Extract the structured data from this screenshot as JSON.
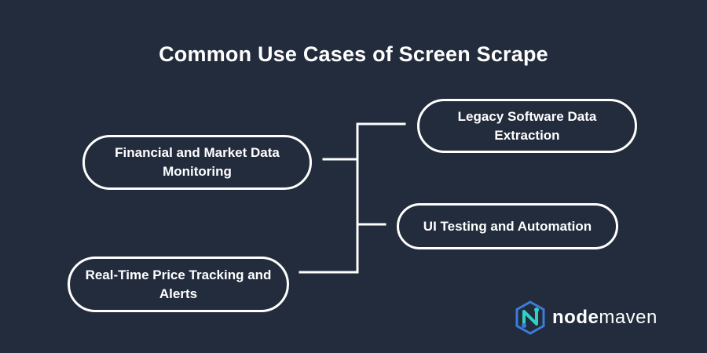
{
  "title": "Common Use Cases of Screen Scrape",
  "nodes": {
    "financial": "Financial and Market Data Monitoring",
    "realtime": "Real-Time Price Tracking and Alerts",
    "legacy": "Legacy Software Data Extraction",
    "ui_testing": "UI Testing and Automation"
  },
  "logo": {
    "part1": "node",
    "part2": "maven",
    "icon": "nodemaven-n-icon",
    "colors": {
      "background": "#232c3c",
      "foreground": "#ffffff",
      "logo_blue": "#3d7bd9",
      "logo_teal": "#2fd1c5"
    }
  }
}
